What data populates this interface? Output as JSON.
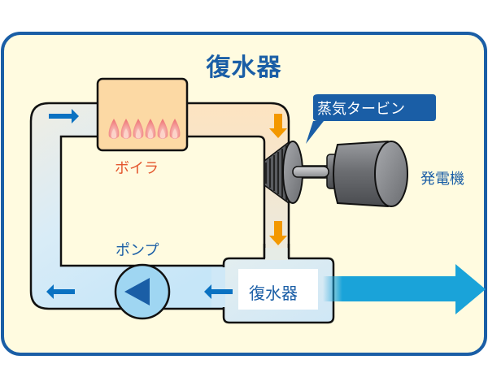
{
  "title": "復水器",
  "components": {
    "boiler": {
      "label": "ボイラ",
      "flame_count": 6
    },
    "turbine": {
      "label": "蒸気タービン"
    },
    "generator": {
      "label": "発電機"
    },
    "pump": {
      "label": "ポンプ"
    },
    "condenser": {
      "label": "復水器"
    }
  },
  "colors": {
    "frame_border": "#1a5ea6",
    "frame_bg": "#fffbe0",
    "title": "#1a5ea6",
    "boiler_fill": "#fcd9a4",
    "boiler_label": "#e4572e",
    "flame": "#f08080",
    "steam_pipe": "#fde7c8",
    "water_pipe": "#cfe8f7",
    "steam_arrow": "#f39800",
    "water_arrow": "#0a72c2",
    "pump_fill": "#9fd6f2",
    "pump_triangle": "#1a5ea6",
    "cooling_arrow": "#1aa3d9",
    "callout_bg": "#1a5ea6"
  }
}
